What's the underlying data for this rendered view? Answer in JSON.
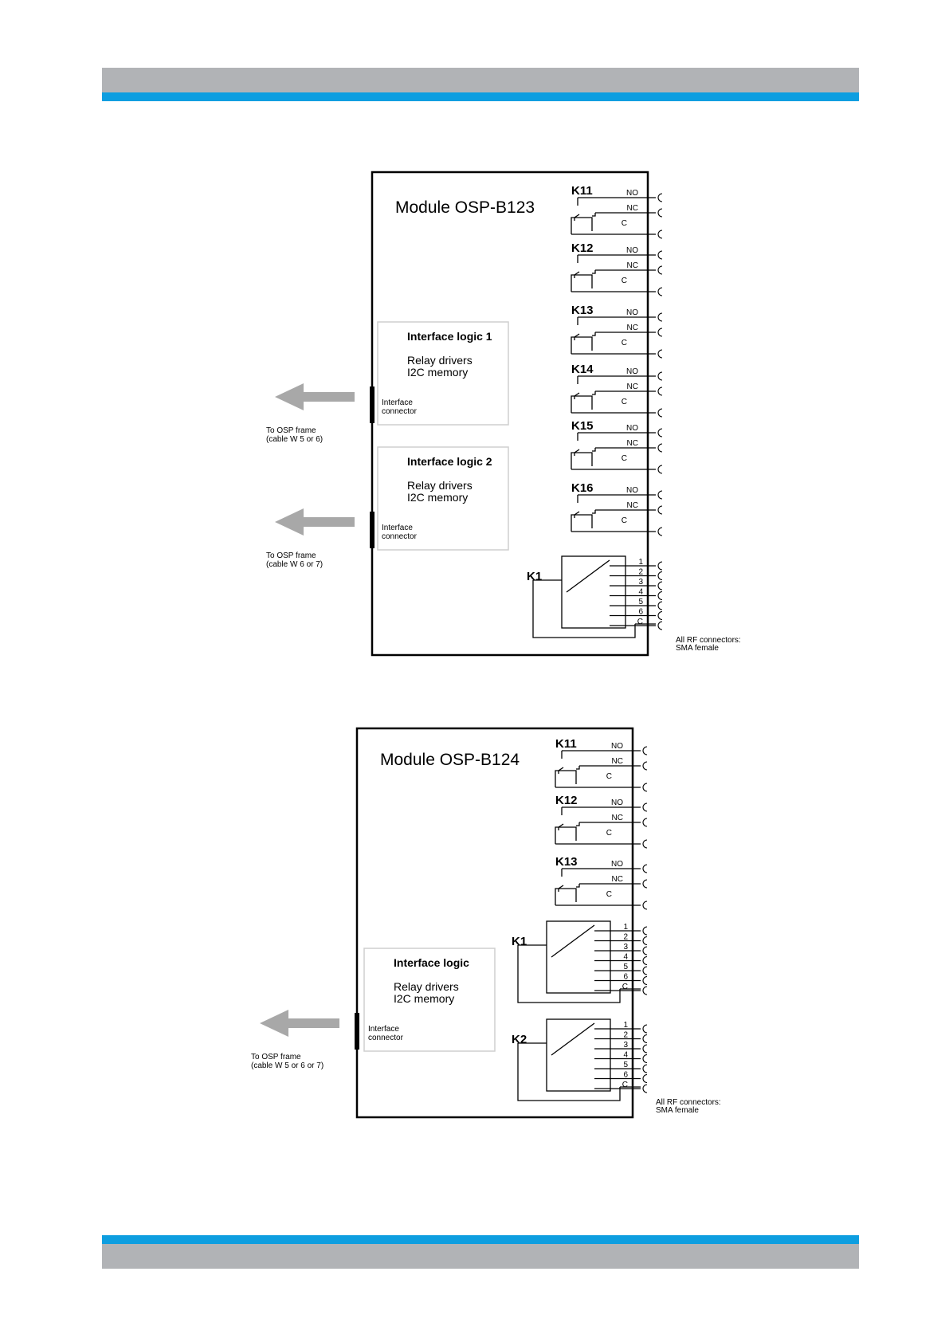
{
  "colors": {
    "header_gray": "#b1b3b6",
    "header_blue": "#0d9ee0",
    "arrow": "#a8a8a8",
    "panel_border": "#cfcfcf"
  },
  "module_b123": {
    "title": "Module OSP-B123",
    "relays": [
      {
        "name": "K11",
        "no": "NO",
        "nc": "NC",
        "c": "C"
      },
      {
        "name": "K12",
        "no": "NO",
        "nc": "NC",
        "c": "C"
      },
      {
        "name": "K13",
        "no": "NO",
        "nc": "NC",
        "c": "C"
      },
      {
        "name": "K14",
        "no": "NO",
        "nc": "NC",
        "c": "C"
      },
      {
        "name": "K15",
        "no": "NO",
        "nc": "NC",
        "c": "C"
      },
      {
        "name": "K16",
        "no": "NO",
        "nc": "NC",
        "c": "C"
      }
    ],
    "multi_relays": [
      {
        "name": "K1",
        "pins": [
          "1",
          "2",
          "3",
          "4",
          "5",
          "6",
          "C"
        ]
      }
    ],
    "interface_logic": [
      {
        "title": "Interface logic 1",
        "line1": "Relay drivers",
        "line2": "I2C memory",
        "connector_line1": "Interface",
        "connector_line2": "connector",
        "to_line1": "To OSP frame",
        "to_line2": "(cable W 5 or 6)"
      },
      {
        "title": "Interface logic 2",
        "line1": "Relay drivers",
        "line2": "I2C memory",
        "connector_line1": "Interface",
        "connector_line2": "connector",
        "to_line1": "To OSP frame",
        "to_line2": "(cable W 6 or 7)"
      }
    ],
    "rf_note_line1": "All RF connectors:",
    "rf_note_line2": "SMA female"
  },
  "module_b124": {
    "title": "Module OSP-B124",
    "relays": [
      {
        "name": "K11",
        "no": "NO",
        "nc": "NC",
        "c": "C"
      },
      {
        "name": "K12",
        "no": "NO",
        "nc": "NC",
        "c": "C"
      },
      {
        "name": "K13",
        "no": "NO",
        "nc": "NC",
        "c": "C"
      }
    ],
    "multi_relays": [
      {
        "name": "K1",
        "pins": [
          "1",
          "2",
          "3",
          "4",
          "5",
          "6",
          "C"
        ]
      },
      {
        "name": "K2",
        "pins": [
          "1",
          "2",
          "3",
          "4",
          "5",
          "6",
          "C"
        ]
      }
    ],
    "interface_logic": [
      {
        "title": "Interface logic",
        "line1": "Relay drivers",
        "line2": "I2C memory",
        "connector_line1": "Interface",
        "connector_line2": "connector",
        "to_line1": "To OSP frame",
        "to_line2": "(cable W 5 or 6 or 7)"
      }
    ],
    "rf_note_line1": "All RF connectors:",
    "rf_note_line2": "SMA female"
  }
}
